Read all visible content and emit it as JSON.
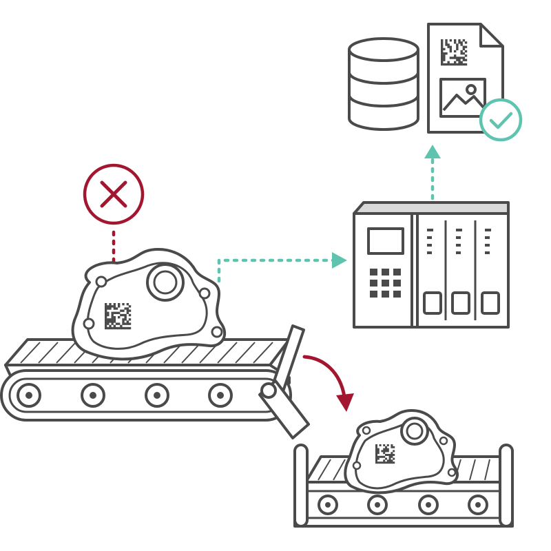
{
  "colors": {
    "outline": "#4a4a4a",
    "reject": "#a3162f",
    "accept": "#5ec4b0",
    "fill": "#ffffff",
    "shade": "#d9d9d9"
  },
  "icons": [
    "database-icon",
    "document-icon",
    "image-icon",
    "checkmark-icon",
    "reject-x-icon",
    "plc-controller-icon",
    "datamatrix-code-icon",
    "conveyor-icon",
    "diverter-arm-icon",
    "machined-part-icon"
  ],
  "flows": [
    {
      "from": "machined-part",
      "to": "plc-controller",
      "style": "dotted-arrow",
      "color": "accept"
    },
    {
      "from": "plc-controller",
      "to": "database-and-document",
      "style": "dotted-arrow",
      "color": "accept"
    },
    {
      "from": "reject-x-icon",
      "to": "machined-part",
      "style": "dotted-line",
      "color": "reject"
    },
    {
      "from": "main-conveyor",
      "to": "reject-conveyor",
      "style": "curved-arrow",
      "color": "reject"
    }
  ]
}
